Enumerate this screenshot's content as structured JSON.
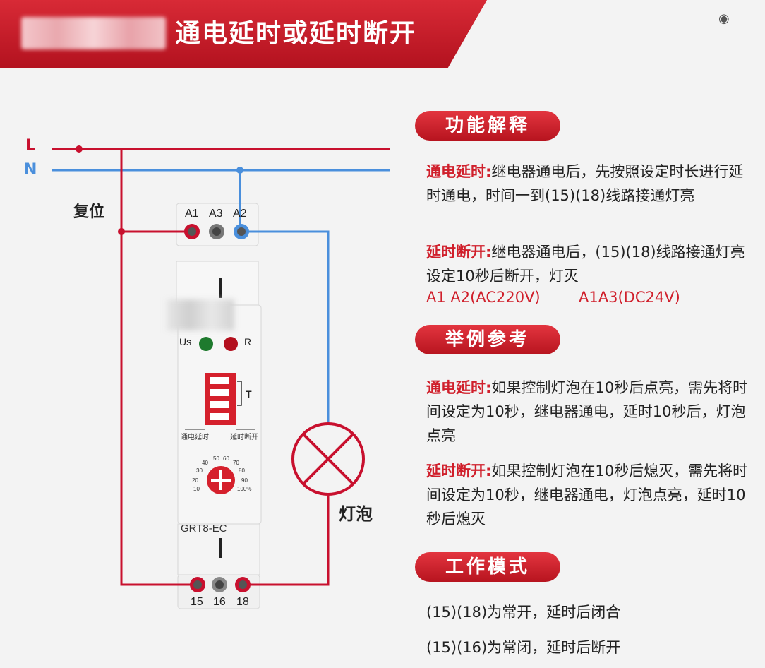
{
  "header": {
    "title": "通电延时或延时断开"
  },
  "diagram": {
    "wire_L": "L",
    "wire_N": "N",
    "reset_label": "复位",
    "lamp_label": "灯泡",
    "terminals_top": [
      "A1",
      "A3",
      "A2"
    ],
    "terminals_bottom": [
      "15",
      "16",
      "18"
    ],
    "led_us": "Us",
    "led_r": "R",
    "dip_t": "T",
    "mode_left": "通电延时",
    "mode_right": "延时断开",
    "dial_ticks": [
      "40",
      "50",
      "60",
      "70",
      "30",
      "80",
      "20",
      "90",
      "10",
      "100%"
    ],
    "model": "GRT8-EC",
    "colors": {
      "live": "#c8102e",
      "neutral": "#4a8fdc"
    }
  },
  "sections": {
    "explain": {
      "title": "功能解释",
      "items": [
        {
          "key": "通电延时:",
          "text": "继电器通电后，先按照设定时长进行延时通电，时间一到(15)(18)线路接通灯亮"
        },
        {
          "key": "延时断开:",
          "text": "继电器通电后，(15)(18)线路接通灯亮设定10秒后断开，灯灭"
        }
      ],
      "voltage_a": "A1 A2(AC220V)",
      "voltage_b": "A1A3(DC24V)"
    },
    "example": {
      "title": "举例参考",
      "items": [
        {
          "key": "通电延时:",
          "text": "如果控制灯泡在10秒后点亮，需先将时间设定为10秒，继电器通电，延时10秒后，灯泡点亮"
        },
        {
          "key": "延时断开:",
          "text": "如果控制灯泡在10秒后熄灭，需先将时间设定为10秒，继电器通电，灯泡点亮，延时10秒后熄灭"
        }
      ]
    },
    "mode": {
      "title": "工作模式",
      "lines": [
        "(15)(18)为常开，延时后闭合",
        "(15)(16)为常闭，延时后断开"
      ]
    }
  }
}
